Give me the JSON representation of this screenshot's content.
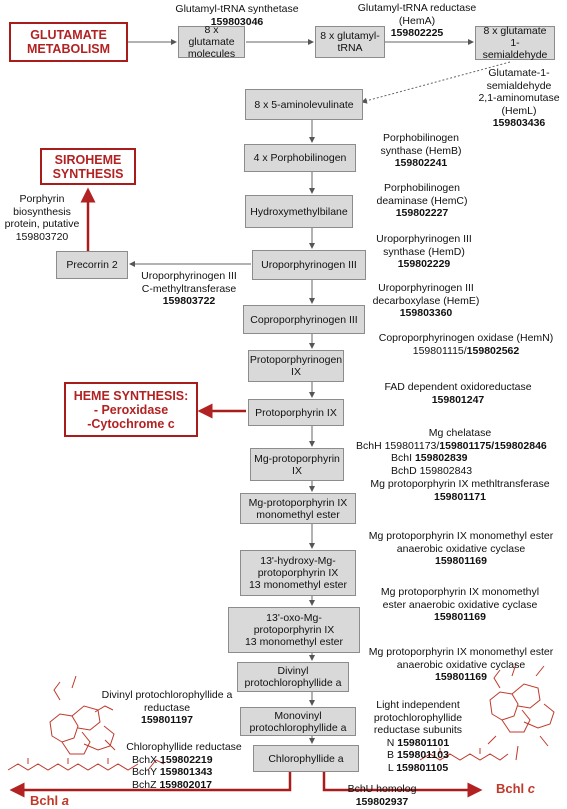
{
  "colors": {
    "highlight": "#b22222",
    "node_fill": "#d9d9d9",
    "node_border": "#8c8c8c",
    "edge": "#555555"
  },
  "boxes": {
    "glutamate_metabolism": [
      "GLUTAMATE",
      "METABOLISM"
    ],
    "siroheme_synthesis": [
      "SIROHEME",
      "SYNTHESIS"
    ],
    "heme_synthesis": [
      "HEME SYNTHESIS:",
      "- Peroxidase",
      "-Cytochrome c"
    ]
  },
  "nodes": {
    "glutamate_molecules": [
      "8 x glutamate",
      "molecules"
    ],
    "glutamyl_trna": [
      "8 x glutamyl-",
      "tRNA"
    ],
    "glutamate_semialdehyde": [
      "8 x glutamate",
      "1-semialdehyde"
    ],
    "aminolevulinate": [
      "8 x 5-aminolevulinate"
    ],
    "porphobilinogen": [
      "4 x Porphobilinogen"
    ],
    "hydroxymethylbilane": [
      "Hydroxymethylbilane"
    ],
    "uroporphyrinogen": [
      "Uroporphyrinogen III"
    ],
    "precorrin": [
      "Precorrin 2"
    ],
    "coproporphyrinogen": [
      "Coproporphyrinogen III"
    ],
    "protoporphyrinogen": [
      "Protoporphyrinogen",
      "IX"
    ],
    "protoporphyrin": [
      "Protoporphyrin IX"
    ],
    "mg_protoporphyrin": [
      "Mg-protoporphyrin",
      "IX"
    ],
    "mg_monomethyl": [
      "Mg-protoporphyrin IX",
      "monomethyl ester"
    ],
    "hydroxy_mg": [
      "13'-hydroxy-Mg-",
      "protoporphyrin IX",
      "13 monomethyl ester"
    ],
    "oxo_mg": [
      "13'-oxo-Mg-",
      "protoporphyrin IX",
      "13 monomethyl ester"
    ],
    "divinyl": [
      "Divinyl",
      "protochlorophyllide a"
    ],
    "monovinyl": [
      "Monovinyl",
      "protochlorophyllide a"
    ],
    "chlorophyllide": [
      "Chlorophyllide a"
    ]
  },
  "enzymes": {
    "glutamyl_trna_synthetase": {
      "name": "Glutamyl-tRNA synthetase",
      "id": "159803046"
    },
    "hema": {
      "name": "Glutamyl-tRNA reductase",
      "name2": "(HemA)",
      "id": "159802225"
    },
    "heml": {
      "lines": [
        "Glutamate-1-",
        "semialdehyde",
        "2,1-aminomutase",
        "(HemL)"
      ],
      "id": "159803436"
    },
    "hemb": {
      "lines": [
        "Porphobilinogen",
        "synthase (HemB)"
      ],
      "id": "159802241"
    },
    "hemc": {
      "lines": [
        "Porphobilinogen",
        "deaminase (HemC)"
      ],
      "id": "159802227"
    },
    "hemd": {
      "lines": [
        "Uroporphyrinogen III",
        "synthase (HemD)"
      ],
      "id": "159802229"
    },
    "heme_decarb": {
      "lines": [
        "Uroporphyrinogen III",
        "decarboxylase (HemE)"
      ],
      "id": "159803360"
    },
    "c_methyl": {
      "lines": [
        "Uroporphyrinogen III",
        "C-methyltransferase"
      ],
      "id": "159803722"
    },
    "porphyrin_bio": {
      "lines": [
        "Porphyrin",
        "biosynthesis",
        "protein, putative",
        "159803720"
      ]
    },
    "hemn": {
      "line1": "Coproporphyrinogen oxidase (HemN)",
      "id_plain": "159801115/",
      "id_bold": "159802562"
    },
    "fad": {
      "name": "FAD dependent oxidoreductase",
      "id": "159801247"
    },
    "mg_chelatase": {
      "name": "Mg chelatase",
      "bchh_prefix": "BchH 159801173/",
      "bchh_bold": "159801175/159802846",
      "bchi_prefix": "BchI ",
      "bchi_bold": "159802839",
      "bchd": "BchD 159802843"
    },
    "methyltransferase": {
      "name": "Mg protoporphyrin IX methltransferase",
      "id": "159801171"
    },
    "cyclase1": {
      "lines": [
        "Mg protoporphyrin IX monomethyl ester",
        "anaerobic oxidative cyclase"
      ],
      "id": "159801169"
    },
    "cyclase2": {
      "lines": [
        "Mg protoporphyrin IX monomethyl",
        "ester anaerobic oxidative cyclase"
      ],
      "id": "159801169"
    },
    "cyclase3": {
      "lines": [
        "Mg protoporphyrin IX monomethyl ester",
        "anaerobic oxidative cyclase"
      ],
      "id": "159801169"
    },
    "divinyl_reductase": {
      "lines": [
        "Divinyl protochlorophyllide a",
        "reductase"
      ],
      "id": "159801197"
    },
    "light_indep": {
      "lines": [
        "Light independent",
        "protochlorophyllide",
        "reductase subunits"
      ],
      "n_label": "N ",
      "n_id": "159801101",
      "b_label": "B ",
      "b_id": "159801103",
      "l_label": "L ",
      "l_id": "159801105"
    },
    "chl_reductase": {
      "name": "Chlorophyllide reductase",
      "x_label": "BchX ",
      "x_id": "159802219",
      "y_label": "BchY ",
      "y_id": "159801343",
      "z_label": "BchZ ",
      "z_id": "159802017"
    },
    "bchu": {
      "name": "BchU homolog",
      "id": "159802937"
    }
  },
  "products": {
    "bchl_a_prefix": "Bchl ",
    "bchl_a_suffix": "a",
    "bchl_c_prefix": "Bchl ",
    "bchl_c_suffix": "c"
  }
}
